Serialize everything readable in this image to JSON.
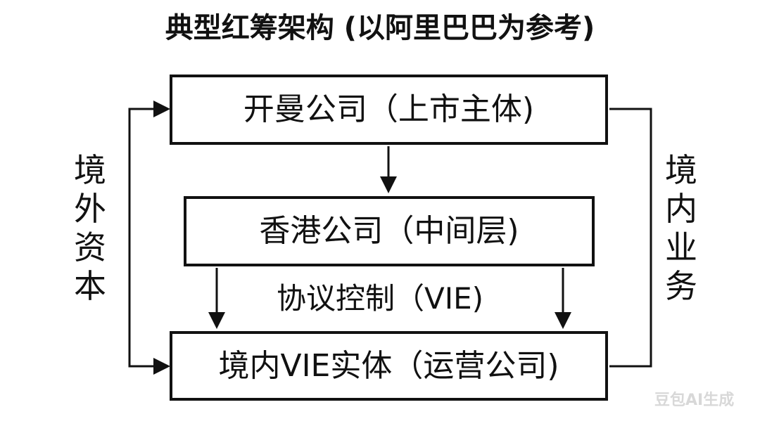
{
  "title": "典型红筹架构 (以阿里巴巴为参考)",
  "nodes": {
    "top": "开曼公司（上市主体)",
    "middle": "香港公司（中间层)",
    "bottom": "境内VIE实体（运营公司)"
  },
  "labels": {
    "left": "境外资本",
    "right": "境内业务",
    "middle": "协议控制（VIE)"
  },
  "watermark": "豆包AI生成",
  "colors": {
    "line": "#111111",
    "watermark": "#d8d8d8"
  }
}
